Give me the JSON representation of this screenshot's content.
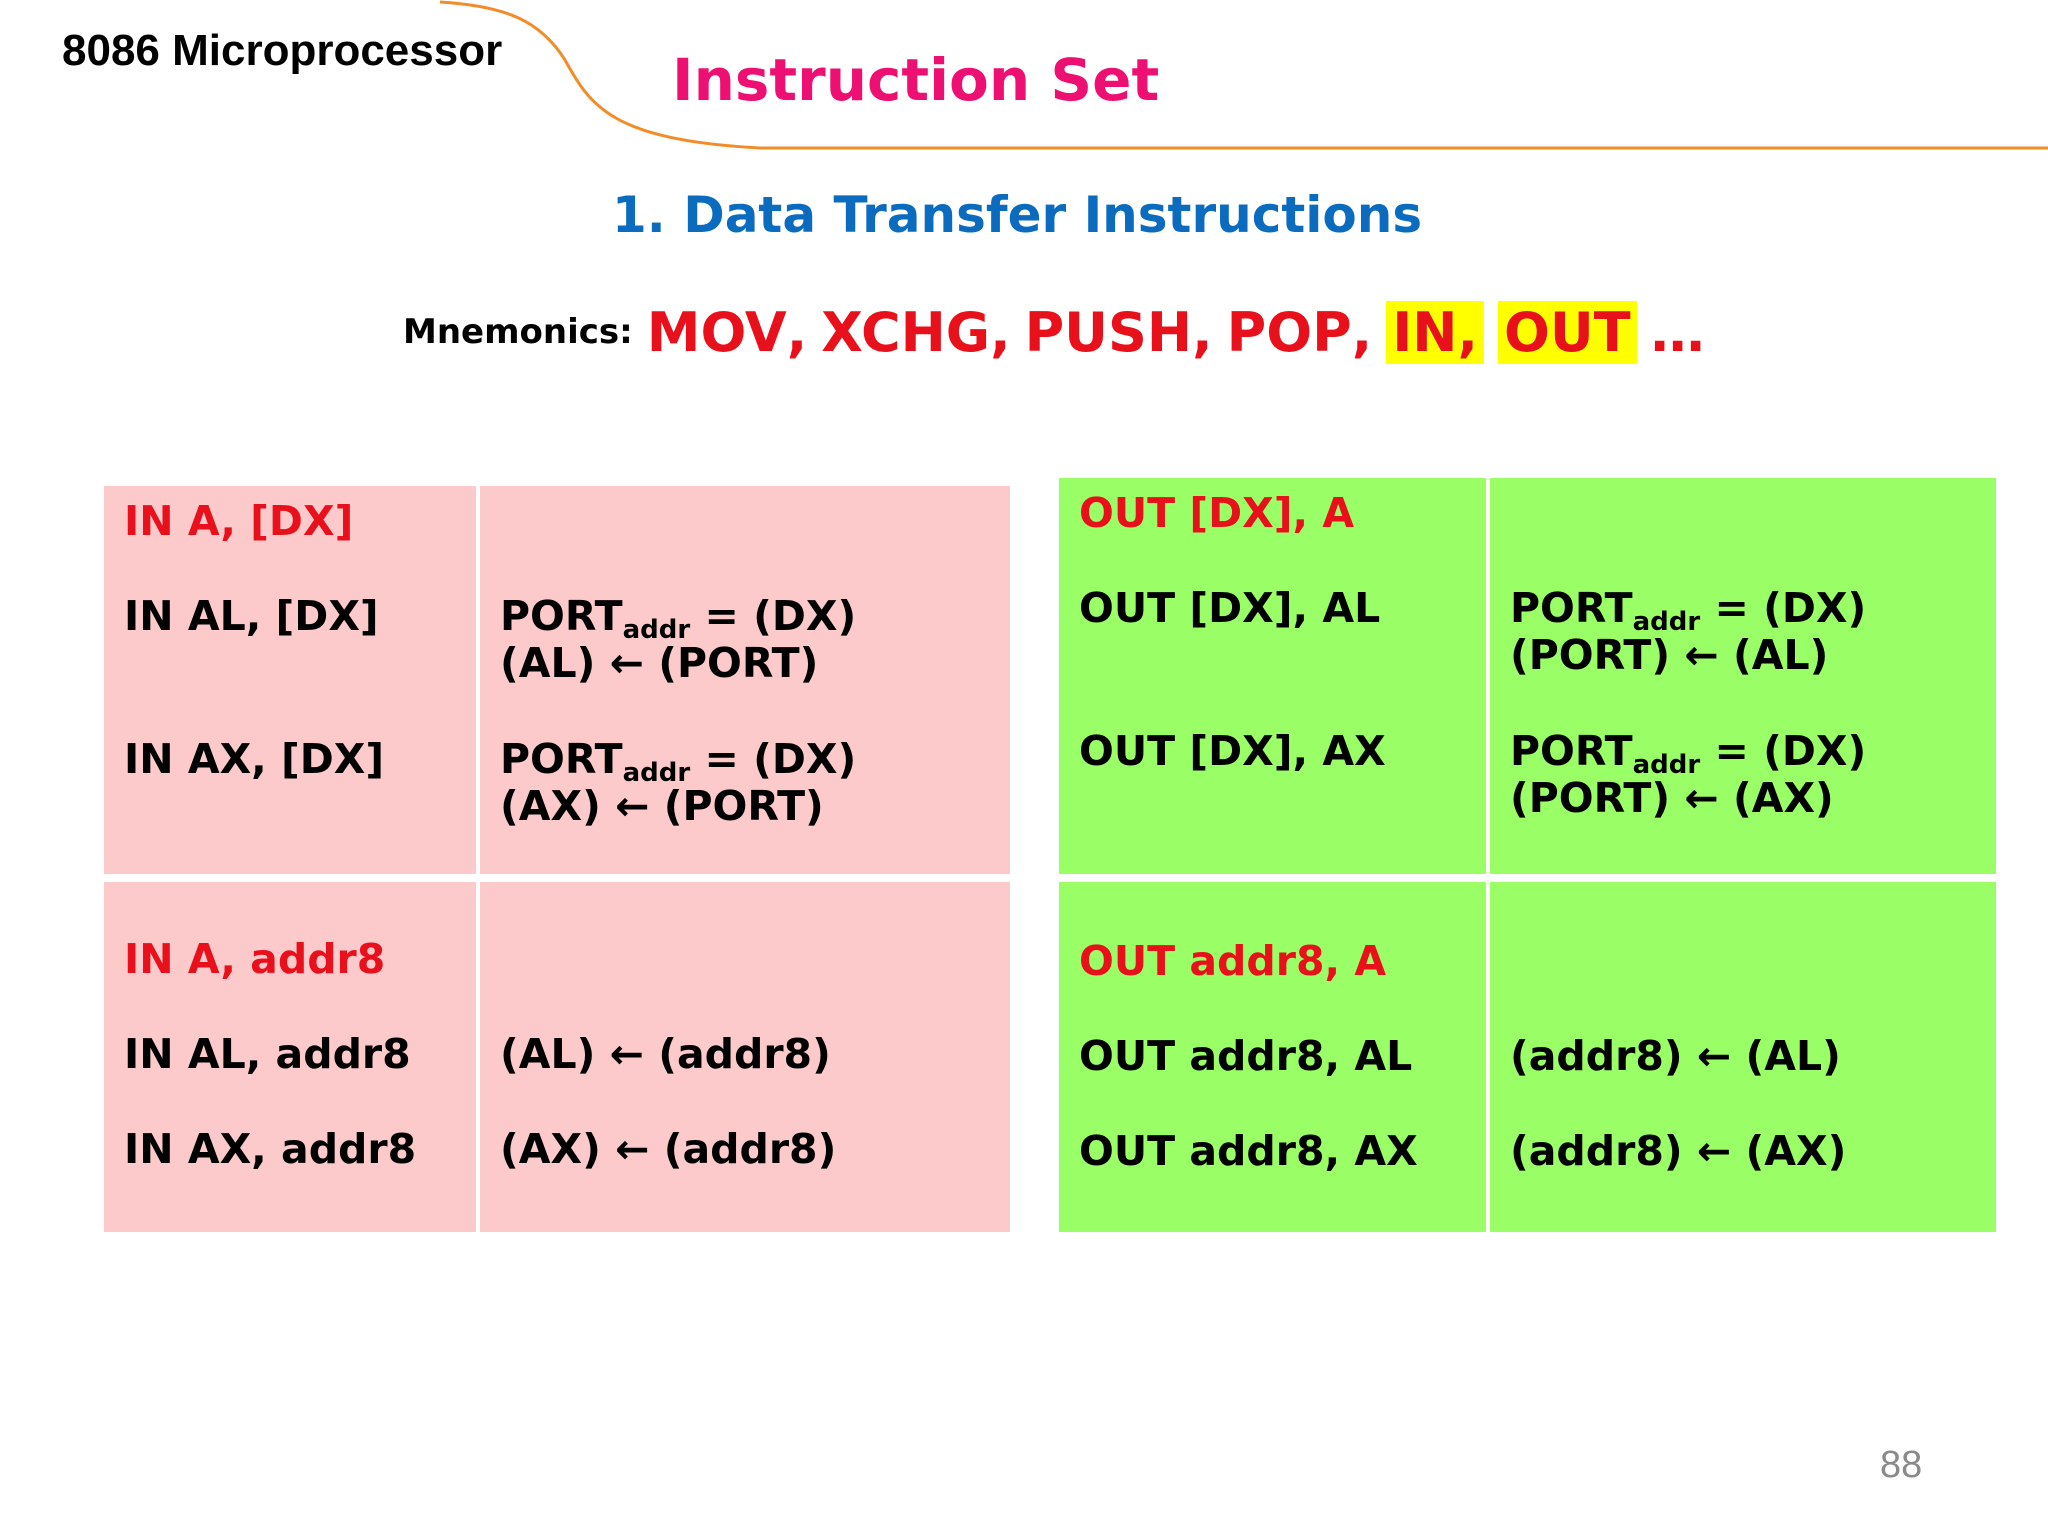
{
  "header": {
    "course_title": "8086 Microprocessor",
    "slide_title": "Instruction Set"
  },
  "section": {
    "heading": "1. Data Transfer Instructions",
    "mnemonics_label": "Mnemonics:",
    "mnemonics": [
      "MOV",
      "XCHG",
      "PUSH",
      "POP",
      "IN",
      "OUT"
    ],
    "highlighted": [
      "IN",
      "OUT"
    ],
    "ellipsis": "…"
  },
  "in_dx": {
    "heading": "IN A, [DX]",
    "rows": [
      {
        "instruction": "IN AL, [DX]",
        "port_prefix": "PORT",
        "port_sub": "addr",
        "port_suffix": "= (DX)",
        "operation": "(AL) ← (PORT)"
      },
      {
        "instruction": "IN AX, [DX]",
        "port_prefix": "PORT",
        "port_sub": "addr",
        "port_suffix": "= (DX)",
        "operation": "(AX) ← (PORT)"
      }
    ]
  },
  "out_dx": {
    "heading": "OUT [DX], A",
    "rows": [
      {
        "instruction": "OUT [DX], AL",
        "port_prefix": "PORT",
        "port_sub": "addr",
        "port_suffix": "= (DX)",
        "operation": "(PORT) ← (AL)"
      },
      {
        "instruction": "OUT [DX], AX",
        "port_prefix": "PORT",
        "port_sub": "addr",
        "port_suffix": "= (DX)",
        "operation": "(PORT) ← (AX)"
      }
    ]
  },
  "in_addr8": {
    "heading": "IN A, addr8",
    "rows": [
      {
        "instruction": "IN AL, addr8",
        "operation": "(AL) ← (addr8)"
      },
      {
        "instruction": "IN AX, addr8",
        "operation": "(AX) ← (addr8)"
      }
    ]
  },
  "out_addr8": {
    "heading": "OUT addr8, A",
    "rows": [
      {
        "instruction": "OUT addr8, AL",
        "operation": "(addr8) ←  (AL)"
      },
      {
        "instruction": "OUT addr8, AX",
        "operation": "(addr8) ←  (AX)"
      }
    ]
  },
  "footer": {
    "page_number": "88"
  },
  "colors": {
    "slide_title": "#ee0f72",
    "section_heading": "#0b6bbf",
    "mnemonic_text": "#e8111b",
    "highlight": "#ffff00",
    "in_block": "#fccaca",
    "out_block": "#9aff66",
    "accent_curve": "#f28c28"
  }
}
